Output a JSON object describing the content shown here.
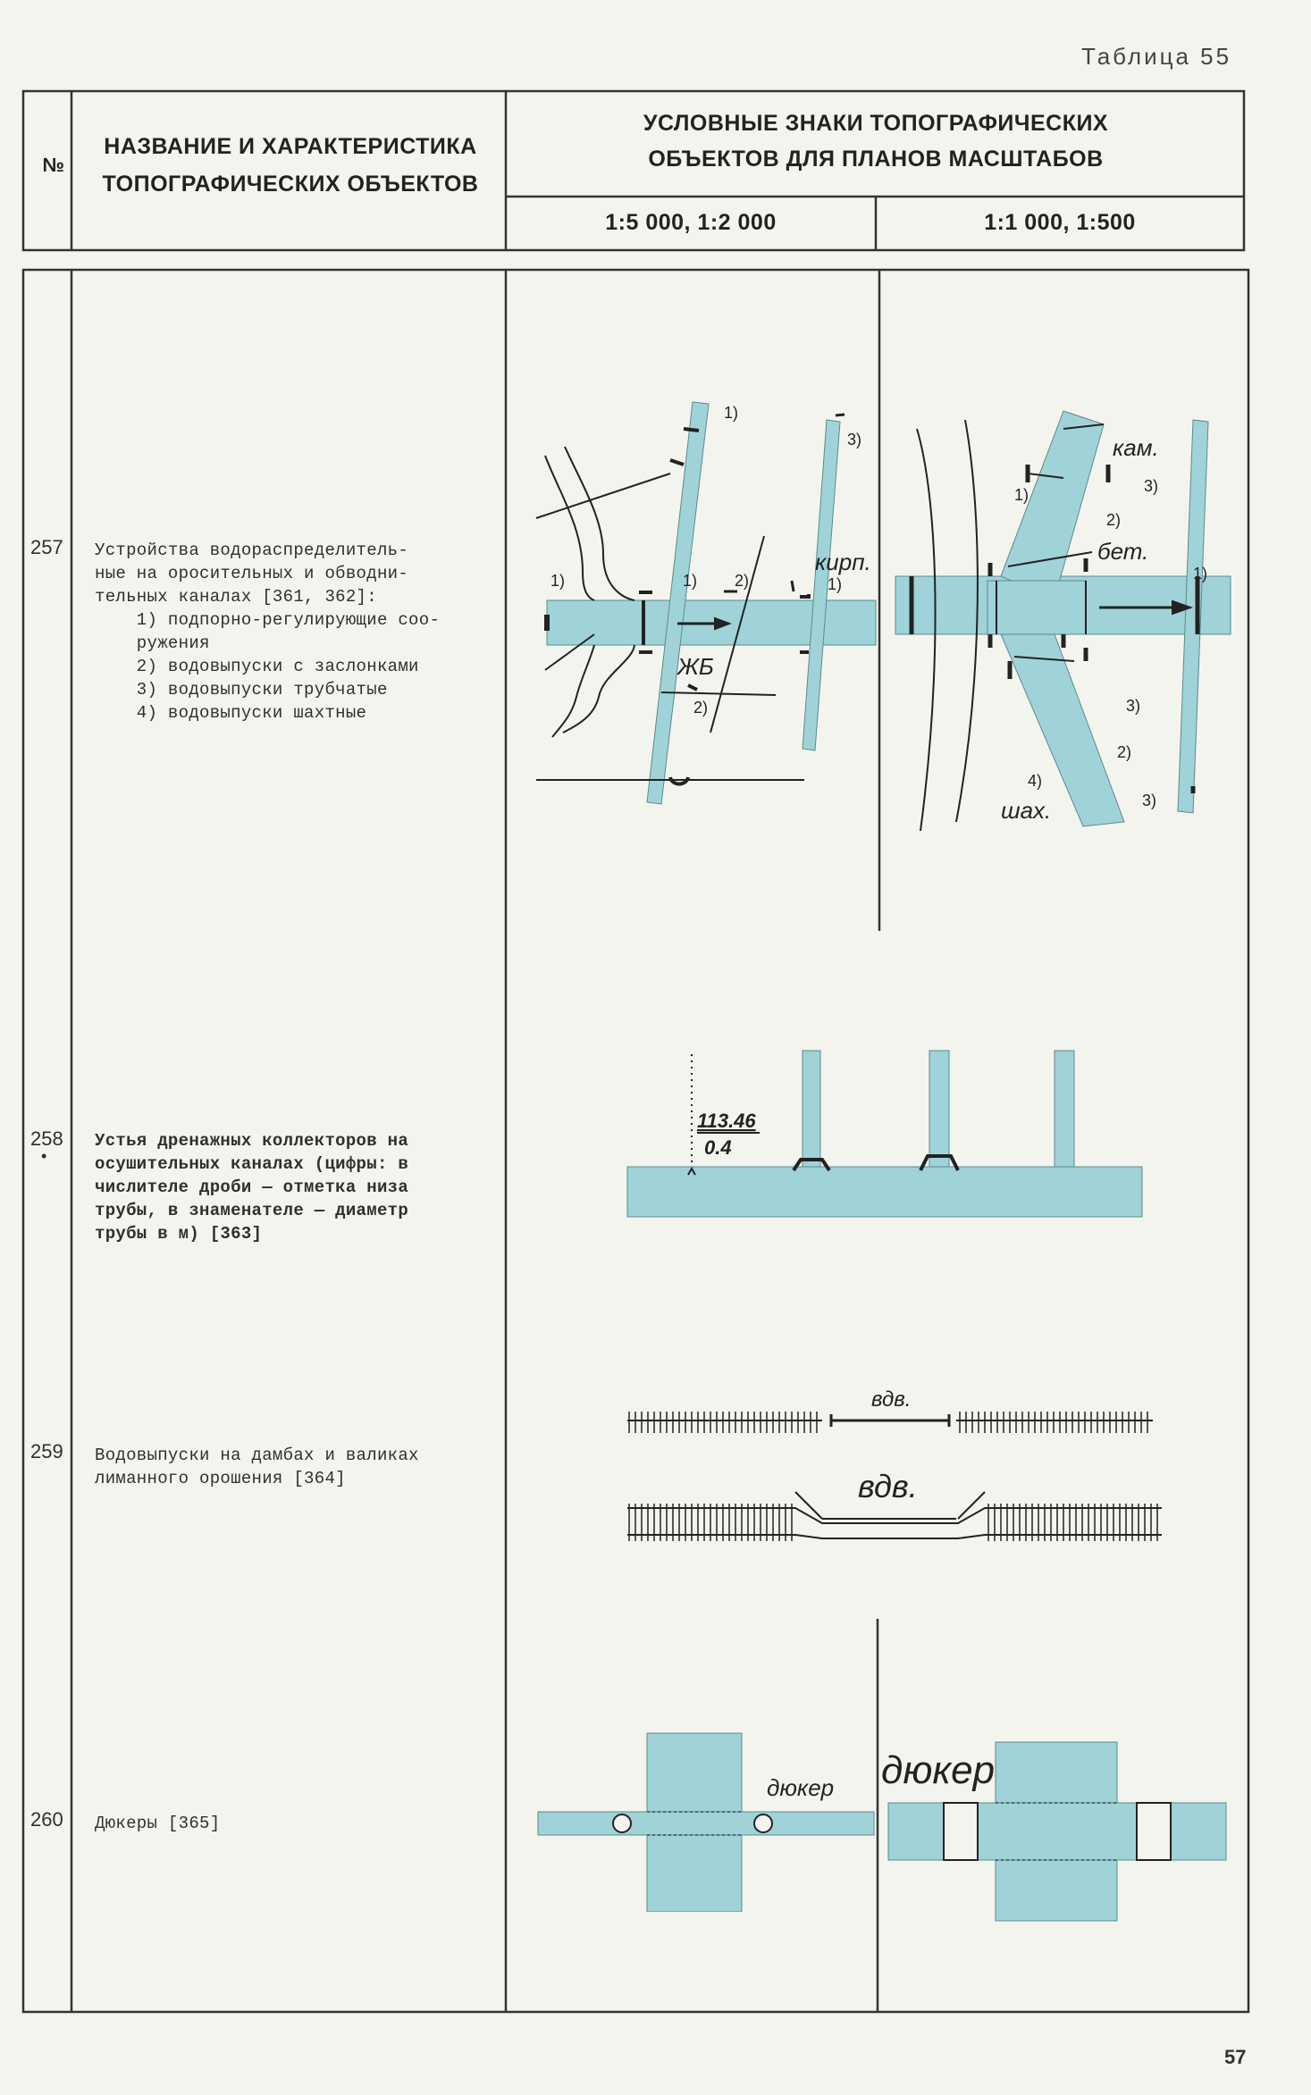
{
  "table_label": "Таблица 55",
  "page_number": "57",
  "colors": {
    "water": "#9fd3d8",
    "ink": "#1e1e1e",
    "paper": "#f4f4ef"
  },
  "header": {
    "no": "№",
    "name_line1": "НАЗВАНИЕ И ХАРАКТЕРИСТИКА",
    "name_line2": "ТОПОГРАФИЧЕСКИХ ОБЪЕКТОВ",
    "signs_line1": "УСЛОВНЫЕ ЗНАКИ ТОПОГРАФИЧЕСКИХ",
    "signs_line2": "ОБЪЕКТОВ ДЛЯ ПЛАНОВ МАСШТАБОВ",
    "scale1": "1:5 000, 1:2 000",
    "scale2": "1:1 000, 1:500"
  },
  "rows": [
    {
      "number": "257",
      "text": [
        "Устройства водораспределитель-",
        "ные на оросительных и обводни-",
        "тельных каналах [361, 362]:",
        "    1) подпорно-регулирующие соо-",
        "    ружения",
        "    2) водовыпуски с заслонками",
        "    3) водовыпуски трубчатые",
        "    4) водовыпуски шахтные"
      ],
      "labels": {
        "l1": "1)",
        "l2": "2)",
        "l3": "3)",
        "l4": "4)",
        "kirp": "кирп.",
        "zhb": "ЖБ",
        "kam": "кам.",
        "bet": "бет.",
        "shakh": "шах."
      }
    },
    {
      "number": "258",
      "marker": "•",
      "text": [
        "Устья дренажных коллекторов на",
        "осушительных каналах (цифры: в",
        "числителе дроби — отметка низа",
        "трубы, в знаменателе — диаметр",
        "трубы в м) [363]"
      ],
      "fraction_top": "113.46",
      "fraction_bottom": "0.4"
    },
    {
      "number": "259",
      "text": [
        "Водовыпуски на дамбах и валиках",
        "лиманного орошения [364]"
      ],
      "label_small": "вдв.",
      "label_large": "вдв."
    },
    {
      "number": "260",
      "text": [
        "Дюкеры [365]"
      ],
      "label_small": "дюкер",
      "label_large": "дюкер"
    }
  ]
}
